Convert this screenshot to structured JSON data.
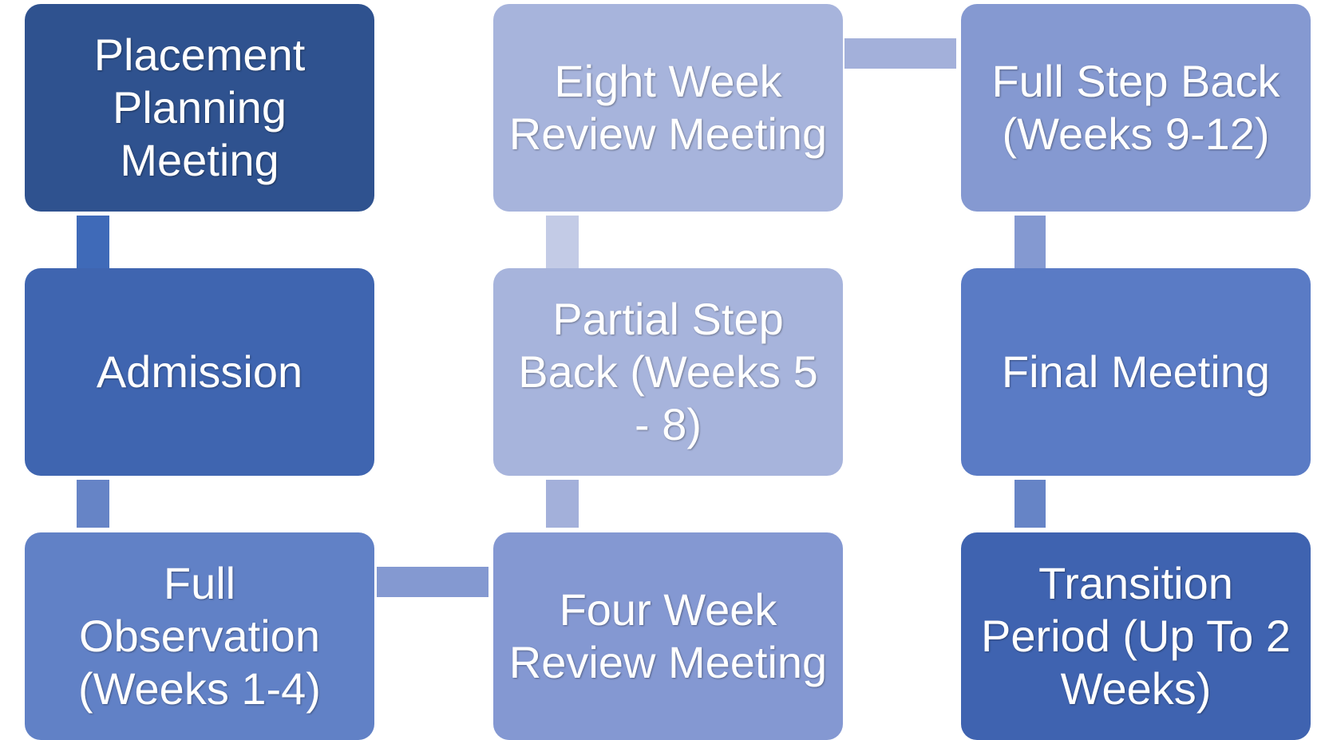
{
  "diagram": {
    "nodes": [
      {
        "id": "placement-planning-meeting",
        "label": "Placement Planning Meeting",
        "color": "#2f528f"
      },
      {
        "id": "admission",
        "label": "Admission",
        "color": "#3f65b0"
      },
      {
        "id": "full-observation",
        "label": "Full Observation (Weeks 1-4)",
        "color": "#6181c6"
      },
      {
        "id": "four-week-review-meeting",
        "label": "Four Week Review Meeting",
        "color": "#8498d2"
      },
      {
        "id": "partial-step-back",
        "label": "Partial Step Back (Weeks 5 - 8)",
        "color": "#a7b4dc"
      },
      {
        "id": "eight-week-review-meeting",
        "label": "Eight Week Review Meeting",
        "color": "#a7b4dc"
      },
      {
        "id": "full-step-back",
        "label": "Full Step Back (Weeks 9-12)",
        "color": "#8599d1"
      },
      {
        "id": "final-meeting",
        "label": "Final Meeting",
        "color": "#5a7bc5"
      },
      {
        "id": "transition-period",
        "label": "Transition Period (Up To 2 Weeks)",
        "color": "#3f63b0"
      }
    ],
    "connectors": [
      {
        "from": "placement-planning-meeting",
        "to": "admission",
        "color": "#3f6ab8"
      },
      {
        "from": "admission",
        "to": "full-observation",
        "color": "#6684c6"
      },
      {
        "from": "full-observation",
        "to": "four-week-review-meeting",
        "color": "#8499d1"
      },
      {
        "from": "four-week-review-meeting",
        "to": "partial-step-back",
        "color": "#a3b0da"
      },
      {
        "from": "partial-step-back",
        "to": "eight-week-review-meeting",
        "color": "#c3cbe6"
      },
      {
        "from": "eight-week-review-meeting",
        "to": "full-step-back",
        "color": "#a3b0da"
      },
      {
        "from": "full-step-back",
        "to": "final-meeting",
        "color": "#8499d1"
      },
      {
        "from": "final-meeting",
        "to": "transition-period",
        "color": "#6684c6"
      }
    ]
  }
}
